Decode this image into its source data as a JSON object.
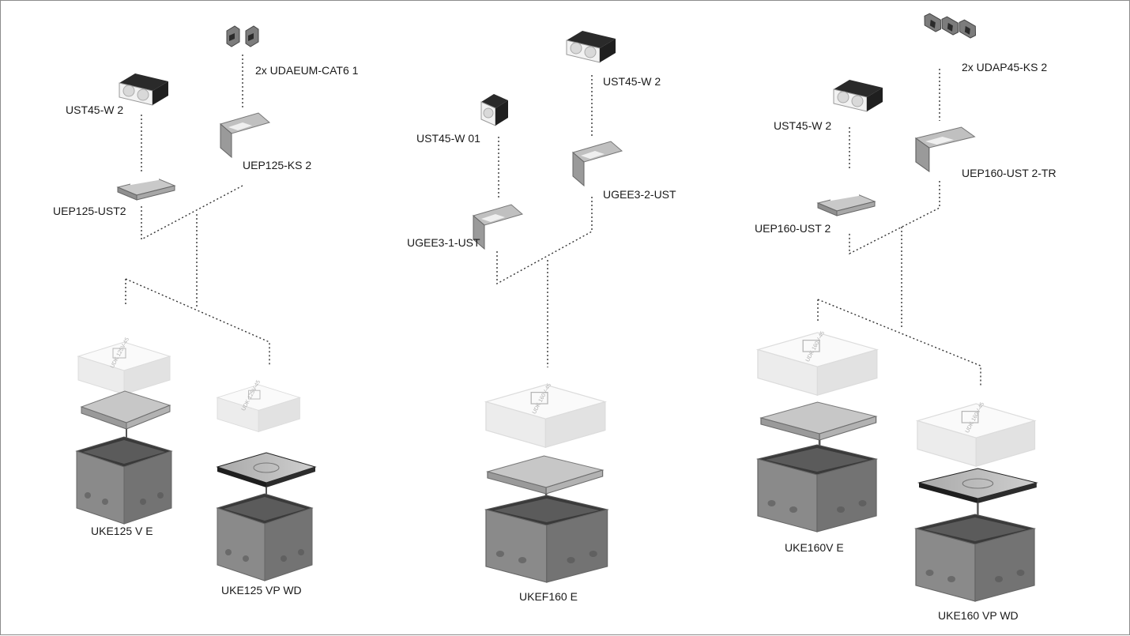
{
  "groups": [
    {
      "modules": [
        "2x UDAEUM-CAT6 1",
        "UST45-W 2"
      ],
      "plates": [
        "UEP125-KS 2",
        "UEP125-UST2"
      ],
      "boxes": [
        "UKE125 V E",
        "UKE125 VP WD"
      ]
    },
    {
      "modules": [
        "UST45-W 2",
        "UST45-W 01"
      ],
      "plates": [
        "UGEE3-2-UST",
        "UGEE3-1-UST"
      ],
      "boxes": [
        "UKEF160 E"
      ]
    },
    {
      "modules": [
        "2x UDAP45-KS 2",
        "UST45-W 2"
      ],
      "plates": [
        "UEP160-UST 2-TR",
        "UEP160-UST 2"
      ],
      "boxes": [
        "UKE160V E",
        "UKE160 VP WD"
      ]
    }
  ],
  "lid_markings": [
    "UDK 125V-45",
    "UDK 160V-45"
  ],
  "colors": {
    "line": "#333333",
    "metal": "#8a8a8a",
    "foam": "#f4f4f4",
    "frame": "#8c8c8c"
  }
}
